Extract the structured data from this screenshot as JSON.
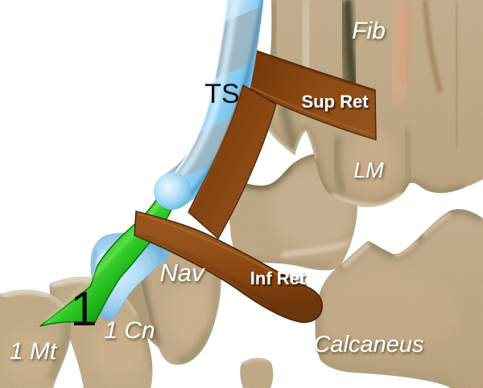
{
  "figure": {
    "type": "anatomical-illustration",
    "subject": "Medial ankle: tibialis anterior tendon sheath, retinacula and tarsal bones"
  },
  "labels": {
    "ts": "TS",
    "fib": "Fib",
    "sup_ret": "Sup Ret",
    "lm": "LM",
    "nav": "Nav",
    "inf_ret": "Inf Ret",
    "one_cn": "1 Cn",
    "one_mt": "1 Mt",
    "calcaneus": "Calcaneus",
    "arrow_number": "1"
  },
  "colors": {
    "background": "#ffffff",
    "bone": "#d5c0a0",
    "bone_highlight": "#f2e8d2",
    "bone_shadow": "#8a845c",
    "retinaculum_brown": "#8a4814",
    "tendon_sheath_blue": "#85cbee",
    "sheath_stripe_gray": "#9db5c1",
    "tendon_green": "#2ec62a",
    "label_white": "#ffffff",
    "label_black": "#101010"
  }
}
